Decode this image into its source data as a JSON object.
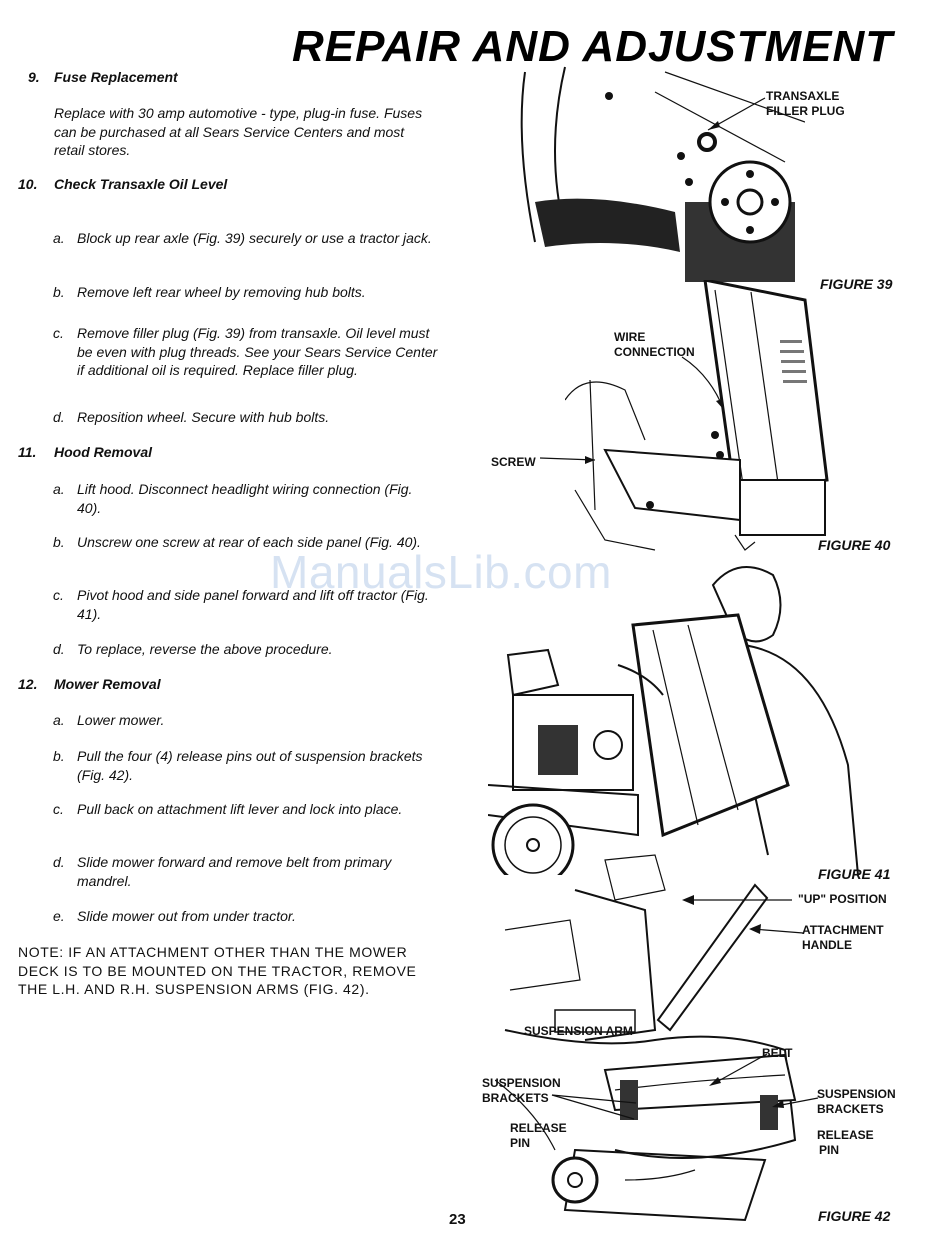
{
  "title": "REPAIR AND ADJUSTMENT",
  "watermark": "ManualsLib.com",
  "page_number": "23",
  "sections": {
    "s9": {
      "number": "9.",
      "heading": "Fuse Replacement",
      "text": "Replace with 30 amp automotive - type, plug-in fuse. Fuses can be purchased at all Sears Service Centers and most retail stores."
    },
    "s10": {
      "number": "10.",
      "heading": "Check Transaxle Oil Level",
      "steps": [
        {
          "letter": "a.",
          "text": "Block up rear axle (Fig. 39) securely or use a tractor jack."
        },
        {
          "letter": "b.",
          "text": "Remove left rear wheel by removing hub bolts."
        },
        {
          "letter": "c.",
          "text": "Remove filler plug (Fig. 39) from transaxle. Oil level must be even with plug threads. See your Sears Service Center if additional oil is required. Replace filler plug."
        },
        {
          "letter": "d.",
          "text": "Reposition wheel. Secure with hub bolts."
        }
      ]
    },
    "s11": {
      "number": "11.",
      "heading": "Hood Removal",
      "steps": [
        {
          "letter": "a.",
          "text": "Lift hood. Disconnect headlight wiring connection (Fig. 40)."
        },
        {
          "letter": "b.",
          "text": "Unscrew one screw at rear of each side panel (Fig. 40)."
        },
        {
          "letter": "c.",
          "text": "Pivot hood and side panel forward and lift off tractor (Fig. 41)."
        },
        {
          "letter": "d.",
          "text": "To replace, reverse the above procedure."
        }
      ]
    },
    "s12": {
      "number": "12.",
      "heading": "Mower Removal",
      "steps": [
        {
          "letter": "a.",
          "text": "Lower mower."
        },
        {
          "letter": "b.",
          "text": "Pull the four (4) release pins out of suspension brackets (Fig. 42)."
        },
        {
          "letter": "c.",
          "text": "Pull back on attachment lift lever and lock into place."
        },
        {
          "letter": "d.",
          "text": "Slide mower forward and remove belt from primary mandrel."
        },
        {
          "letter": "e.",
          "text": "Slide mower out from under tractor."
        }
      ]
    }
  },
  "note": "NOTE: IF AN ATTACHMENT OTHER THAN THE MOWER DECK IS TO BE MOUNTED ON THE TRACTOR, REMOVE THE L.H. AND R.H. SUSPENSION ARMS (FIG. 42).",
  "figures": {
    "fig39": {
      "caption": "FIGURE 39",
      "labels": {
        "transaxle": "TRANSAXLE",
        "filler_plug": "FILLER PLUG"
      }
    },
    "fig40": {
      "caption": "FIGURE 40",
      "labels": {
        "wire": "WIRE",
        "connection": "CONNECTION",
        "screw": "SCREW"
      }
    },
    "fig41": {
      "caption": "FIGURE 41"
    },
    "fig42": {
      "caption": "FIGURE 42",
      "labels": {
        "up_position": "\"UP\" POSITION",
        "attachment": "ATTACHMENT",
        "handle": "HANDLE",
        "suspension_arm": "SUSPENSION ARM",
        "belt": "BELT",
        "suspension_left": "SUSPENSION",
        "brackets_left": "BRACKETS",
        "release_left": "RELEASE",
        "pin_left": "PIN",
        "suspension_right": "SUSPENSION",
        "brackets_right": "BRACKETS",
        "release_right": "RELEASE",
        "pin_right": "PIN"
      }
    }
  }
}
